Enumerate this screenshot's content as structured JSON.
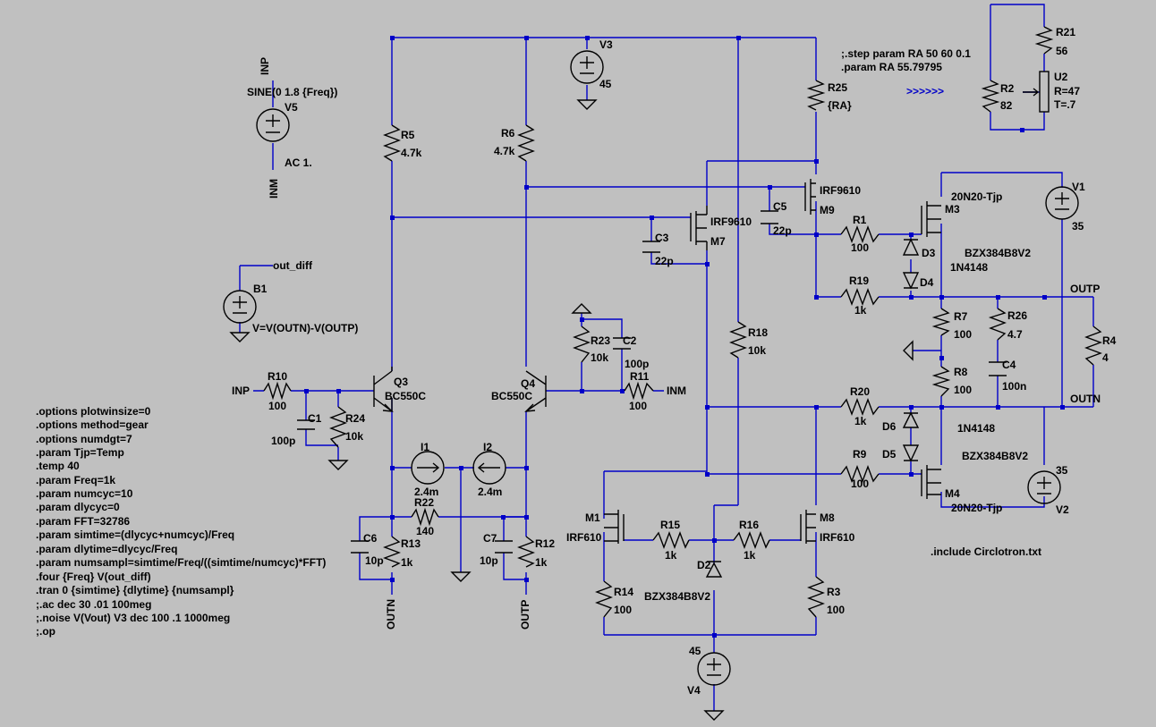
{
  "components": {
    "V5": {
      "ref": "V5",
      "value": "SINE(0 1.8 {Freq})",
      "extra": "AC 1.",
      "top_net": "INP",
      "bottom_net": "INM"
    },
    "V3": {
      "ref": "V3",
      "value": "45"
    },
    "V1": {
      "ref": "V1",
      "value": "35"
    },
    "V2": {
      "ref": "V2",
      "value": "35"
    },
    "V4": {
      "ref": "V4",
      "value": "45"
    },
    "B1": {
      "ref": "B1",
      "net": "out_diff",
      "value": "V=V(OUTN)-V(OUTP)"
    },
    "R5": {
      "ref": "R5",
      "value": "4.7k"
    },
    "R6": {
      "ref": "R6",
      "value": "4.7k"
    },
    "R25": {
      "ref": "R25",
      "value": "{RA}"
    },
    "R21": {
      "ref": "R21",
      "value": "56"
    },
    "R2": {
      "ref": "R2",
      "value": "82"
    },
    "U2": {
      "ref": "U2",
      "value1": "R=47",
      "value2": "T=.7"
    },
    "R10": {
      "ref": "R10",
      "value": "100"
    },
    "R24": {
      "ref": "R24",
      "value": "10k"
    },
    "C1": {
      "ref": "C1",
      "value": "100p"
    },
    "Q3": {
      "ref": "Q3",
      "value": "BC550C"
    },
    "Q4": {
      "ref": "Q4",
      "value": "BC550C"
    },
    "R23": {
      "ref": "R23",
      "value": "10k"
    },
    "C2": {
      "ref": "C2",
      "value": "100p"
    },
    "R11": {
      "ref": "R11",
      "value": "100"
    },
    "I1": {
      "ref": "I1",
      "value": "2.4m"
    },
    "I2": {
      "ref": "I2",
      "value": "2.4m"
    },
    "R22": {
      "ref": "R22",
      "value": "140"
    },
    "C6": {
      "ref": "C6",
      "value": "10p"
    },
    "R13": {
      "ref": "R13",
      "value": "1k"
    },
    "C7": {
      "ref": "C7",
      "value": "10p"
    },
    "R12": {
      "ref": "R12",
      "value": "1k"
    },
    "M7": {
      "ref": "M7",
      "value": "IRF9610"
    },
    "C3": {
      "ref": "C3",
      "value": "22p"
    },
    "M9": {
      "ref": "M9",
      "value": "IRF9610"
    },
    "C5": {
      "ref": "C5",
      "value": "22p"
    },
    "R18": {
      "ref": "R18",
      "value": "10k"
    },
    "R1": {
      "ref": "R1",
      "value": "100"
    },
    "M3": {
      "ref": "M3",
      "value": "20N20-Tjp"
    },
    "D3": {
      "ref": "D3",
      "value": "BZX384B8V2"
    },
    "D4": {
      "ref": "D4",
      "value": "1N4148"
    },
    "R19": {
      "ref": "R19",
      "value": "1k"
    },
    "R7": {
      "ref": "R7",
      "value": "100"
    },
    "R26": {
      "ref": "R26",
      "value": "4.7"
    },
    "R8": {
      "ref": "R8",
      "value": "100"
    },
    "C4": {
      "ref": "C4",
      "value": "100n"
    },
    "R4": {
      "ref": "R4",
      "value": "4"
    },
    "R20": {
      "ref": "R20",
      "value": "1k"
    },
    "D6": {
      "ref": "D6",
      "value": "1N4148"
    },
    "D5": {
      "ref": "D5",
      "value": "BZX384B8V2"
    },
    "R9": {
      "ref": "R9",
      "value": "100"
    },
    "M4": {
      "ref": "M4",
      "value": "20N20-Tjp"
    },
    "M1": {
      "ref": "M1",
      "value": "IRF610"
    },
    "R15": {
      "ref": "R15",
      "value": "1k"
    },
    "R16": {
      "ref": "R16",
      "value": "1k"
    },
    "M8": {
      "ref": "M8",
      "value": "IRF610"
    },
    "D2": {
      "ref": "D2",
      "value": "BZX384B8V2"
    },
    "R14": {
      "ref": "R14",
      "value": "100"
    },
    "R3": {
      "ref": "R3",
      "value": "100"
    }
  },
  "nets": {
    "outp": "OUTP",
    "outn": "OUTN",
    "inp": "INP",
    "inm": "INM",
    "outn_bottom": "OUTN",
    "outp_bottom": "OUTP"
  },
  "directives_right": [
    ";.step param RA 50 60 0.1",
    ".param RA 55.79795"
  ],
  "arrow_marker": ">>>>>>",
  "include": ".include Circlotron.txt",
  "directives": [
    ".options plotwinsize=0",
    ".options method=gear",
    ".options numdgt=7",
    ".param Tjp=Temp",
    ".temp 40",
    ".param Freq=1k",
    ".param numcyc=10",
    ".param dlycyc=0",
    ".param FFT=32786",
    ".param simtime=(dlycyc+numcyc)/Freq",
    ".param dlytime=dlycyc/Freq",
    ".param numsampl=simtime/Freq/((simtime/numcyc)*FFT)",
    ".four {Freq} V(out_diff)",
    ".tran 0 {simtime} {dlytime} {numsampl}",
    ";.ac dec 30 .01 100meg",
    ";.noise V(Vout) V3 dec 100 .1 1000meg",
    ";.op"
  ]
}
